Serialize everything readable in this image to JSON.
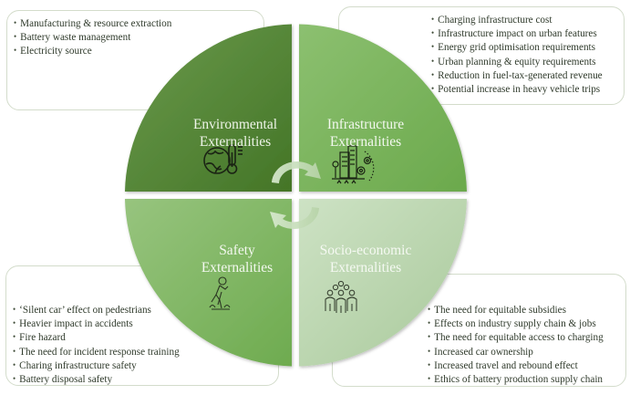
{
  "diagram": {
    "type": "quadrant-wheel",
    "center_cycle_arrows": true,
    "colors": {
      "environmental": "#4e7d2f",
      "infrastructure": "#77b05a",
      "safety": "#83b862",
      "socio_economic": "#bcd6b1",
      "box_border": "#d3dccb",
      "text": "#2f3a2b",
      "label_text": "#f2f6ee"
    }
  },
  "quadrants": {
    "environmental": {
      "title_line1": "Environmental",
      "title_line2": "Externalities",
      "icon": "globe-thermometer-icon",
      "items": [
        "Manufacturing & resource extraction",
        "Battery waste management",
        "Electricity source"
      ]
    },
    "infrastructure": {
      "title_line1": "Infrastructure",
      "title_line2": "Externalities",
      "icon": "city-buildings-gears-icon",
      "items": [
        "Charging infrastructure cost",
        "Infrastructure impact on urban features",
        "Energy grid optimisation requirements",
        "Urban planning & equity requirements",
        "Reduction in fuel-tax-generated revenue",
        "Potential increase in heavy vehicle trips"
      ]
    },
    "safety": {
      "title_line1": "Safety",
      "title_line2": "Externalities",
      "icon": "pedestrian-walking-icon",
      "items": [
        "‘Silent car’ effect on pedestrians",
        "Heavier impact in accidents",
        "Fire hazard",
        "The need for incident response training",
        "Charing infrastructure safety",
        "Battery disposal safety"
      ]
    },
    "socio_economic": {
      "title_line1": "Socio-economic",
      "title_line2": "Externalities",
      "icon": "people-group-icon",
      "items": [
        "The need for equitable subsidies",
        "Effects on industry supply chain & jobs",
        "The need for equitable access to charging",
        "Increased car ownership",
        "Increased travel and rebound effect",
        "Ethics of battery production supply chain"
      ]
    }
  }
}
